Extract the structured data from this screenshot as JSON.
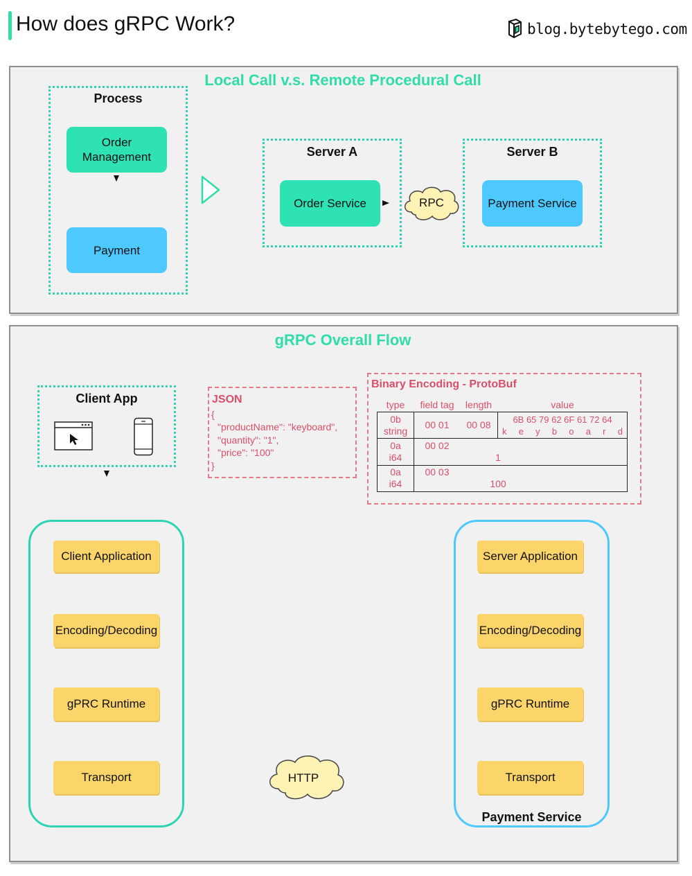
{
  "header": {
    "title": "How does gRPC Work?",
    "site": "blog.bytebytego.com",
    "logo_icon": "bytebytego-logo-icon"
  },
  "colors": {
    "accent_green": "#2fdcaa",
    "service_green": "#2ee2b4",
    "service_blue": "#4dc9ff",
    "layer_orange": "#fbd46a",
    "encoding_red": "#d94f6a"
  },
  "local_vs_rpc": {
    "title": "Local Call v.s. Remote Procedural Call",
    "process": {
      "label": "Process",
      "order_line1": "Order",
      "order_line2": "Management",
      "payment": "Payment"
    },
    "server_a": {
      "label": "Server A",
      "service": "Order Service"
    },
    "rpc_label": "RPC",
    "server_b": {
      "label": "Server B",
      "service": "Payment Service"
    }
  },
  "grpc_flow": {
    "title": "gRPC Overall Flow",
    "client_app": {
      "label": "Client App",
      "icons": [
        "browser-window-icon",
        "mobile-phone-icon"
      ]
    },
    "json": {
      "title": "JSON",
      "lines": [
        "{",
        "\"productName\": \"keyboard\",",
        "\"quantity\": \"1\",",
        "\"price\": \"100\"",
        "}"
      ]
    },
    "protobuf": {
      "title": "Binary Encoding - ProtoBuf",
      "headers": {
        "type": "type",
        "field_tag": "field tag",
        "length": "length",
        "value": "value"
      },
      "rows": [
        {
          "type_code": "0b",
          "type_name": "string",
          "field_tag": "00 01",
          "length": "00 08",
          "value": "6B 65 79 62 6F 61 72 64",
          "value_chars": [
            "k",
            "e",
            "y",
            "b",
            "o",
            "a",
            "r",
            "d"
          ]
        },
        {
          "type_code": "0a",
          "type_name": "i64",
          "field_tag": "00 02",
          "length": "",
          "value": "1"
        },
        {
          "type_code": "0a",
          "type_name": "i64",
          "field_tag": "00 03",
          "length": "",
          "value": "100"
        }
      ]
    },
    "client_stack": [
      "Client Application",
      "Encoding/Decoding",
      "gPRC Runtime",
      "Transport"
    ],
    "server_stack": [
      "Server Application",
      "Encoding/Decoding",
      "gPRC Runtime",
      "Transport"
    ],
    "server_label": "Payment Service",
    "http_label": "HTTP"
  }
}
